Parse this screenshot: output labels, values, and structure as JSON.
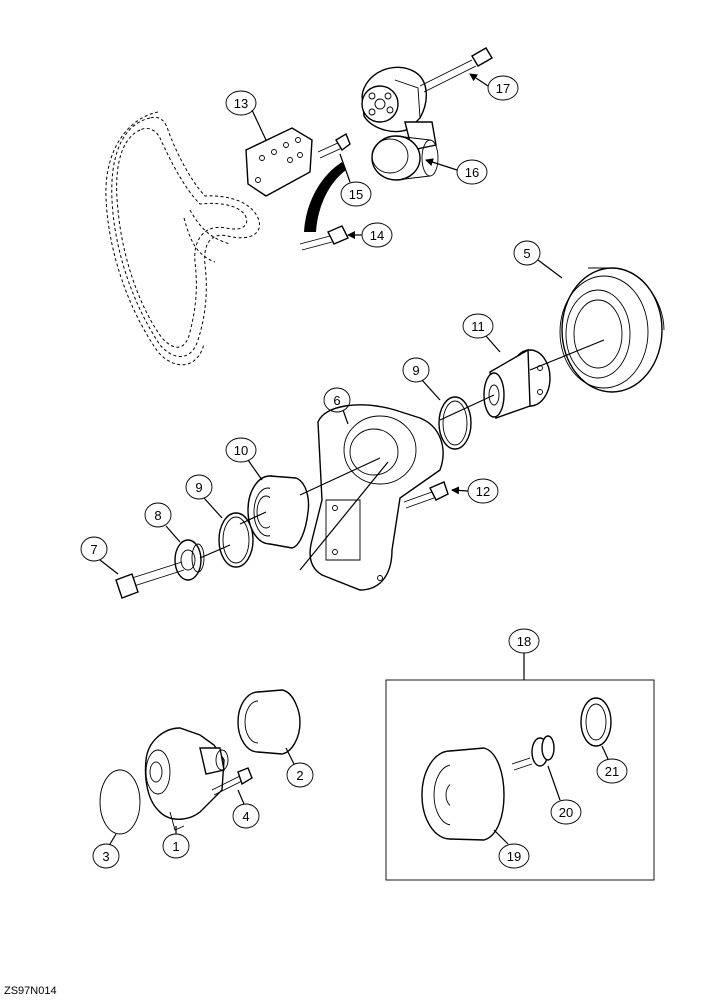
{
  "diagram": {
    "figure_code": "ZS97N014",
    "callouts": {
      "c1": "1",
      "c2": "2",
      "c3": "3",
      "c4": "4",
      "c5": "5",
      "c6": "6",
      "c7": "7",
      "c8": "8",
      "c9a": "9",
      "c9b": "9",
      "c10": "10",
      "c11": "11",
      "c12": "12",
      "c13": "13",
      "c14": "14",
      "c15": "15",
      "c16": "16",
      "c17": "17",
      "c18": "18",
      "c19": "19",
      "c20": "20",
      "c21": "21"
    }
  }
}
